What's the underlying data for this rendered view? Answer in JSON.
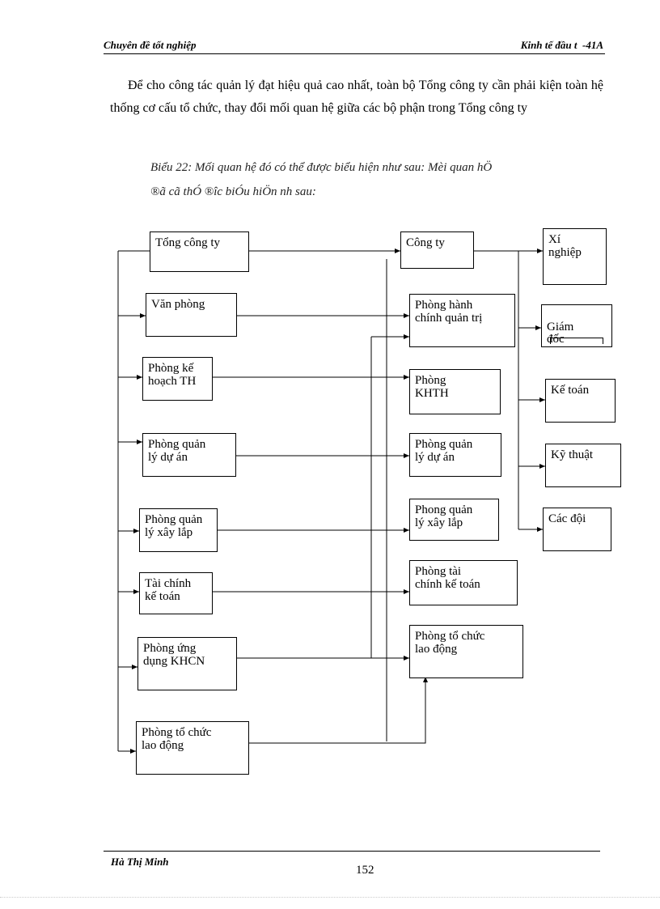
{
  "header": {
    "left": "Chuyên đề tốt nghiệp",
    "right": "Kinh tế đầu t  -41A"
  },
  "paragraph": "Để cho công tác quản lý đạt hiệu quả cao nhất, toàn bộ Tổng công ty cần phải kiện toàn hệ thống cơ cấu tổ chức, thay đổi mối quan hệ giữa các bộ phận trong Tổng công ty",
  "caption": {
    "line1": "Biểu 22: Mối quan hệ đó có thể được biểu hiện như sau:  Mèi quan hÖ",
    "line2": "®ã cã thÓ ®­îc  biÓu hiÖn nh­ sau:"
  },
  "diagram": {
    "left_boxes": [
      {
        "id": "tong-cong-ty",
        "label": "Tổng công ty"
      },
      {
        "id": "van-phong",
        "label": "Văn phòng"
      },
      {
        "id": "phong-ke-hoach",
        "label": "Phòng kế\nhoạch TH"
      },
      {
        "id": "phong-quan-ly-du-an",
        "label": "Phòng quản\nlý dự án"
      },
      {
        "id": "phong-quan-ly-xay-lap",
        "label": "Phòng quản\nlý xây lắp"
      },
      {
        "id": "tai-chinh-ke-toan",
        "label": "Tài chính\nkế toán"
      },
      {
        "id": "phong-ung-dung-khcn",
        "label": "Phòng ứng\ndụng KHCN"
      },
      {
        "id": "phong-to-chuc-lao-dong",
        "label": "Phòng tổ chức\nlao động"
      }
    ],
    "middle_boxes": [
      {
        "id": "cong-ty",
        "label": "Công ty"
      },
      {
        "id": "phong-hanh-chinh",
        "label": "Phòng hành\nchính quản trị"
      },
      {
        "id": "phong-khth",
        "label": "Phòng\nKHTH"
      },
      {
        "id": "phong-quan-ly-du-an-2",
        "label": "Phòng quản\nlý dự án"
      },
      {
        "id": "phong-quan-ly-xay-lap-2",
        "label": "Phong quản\nlý xây lắp"
      },
      {
        "id": "phong-tai-chinh-ke-toan",
        "label": "Phòng tài\nchính kế toán"
      },
      {
        "id": "phong-to-chuc-lao-dong-2",
        "label": "Phòng tổ chức\nlao động"
      }
    ],
    "right_boxes": [
      {
        "id": "xi-nghiep",
        "label": "Xí\nnghiệp"
      },
      {
        "id": "giam-doc",
        "label": "Giám\nđốc"
      },
      {
        "id": "ke-toan",
        "label": "Kế toán"
      },
      {
        "id": "ky-thuat",
        "label": "Kỹ thuật"
      },
      {
        "id": "cac-doi",
        "label": "Các đội"
      }
    ]
  },
  "footer": {
    "author": "Hà  Thị  Minh",
    "page_number": "152"
  }
}
